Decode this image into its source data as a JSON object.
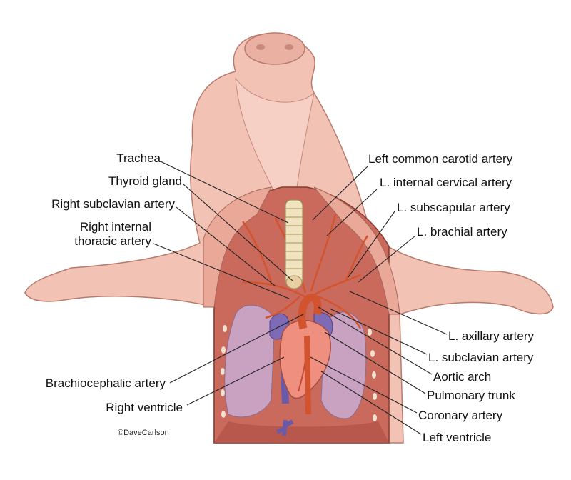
{
  "labels": {
    "trachea": "Trachea",
    "thyroid_gland": "Thyroid gland",
    "right_subclavian_artery": "Right subclavian artery",
    "right_internal_thoracic_line1": "Right internal",
    "right_internal_thoracic_line2": "thoracic artery",
    "brachiocephalic_artery": "Brachiocephalic artery",
    "right_ventricle": "Right ventricle",
    "left_common_carotid_artery": "Left common carotid artery",
    "l_internal_cervical_artery": "L. internal cervical artery",
    "l_subscapular_artery": "L. subscapular artery",
    "l_brachial_artery": "L. brachial artery",
    "l_axillary_artery": "L. axillary artery",
    "l_subclavian_artery": "L. subclavian artery",
    "aortic_arch": "Aortic arch",
    "pulmonary_trunk": "Pulmonary trunk",
    "coronary_artery": "Coronary artery",
    "left_ventricle": "Left ventricle"
  },
  "credit": "©DaveCarlson",
  "colors": {
    "skin": "#f2c2b4",
    "skin_shadow": "#d9978a",
    "muscle": "#c96a5d",
    "lung": "#c9a2c2",
    "heart": "#ef8f80",
    "artery": "#d2542f",
    "vein": "#6b5aa8",
    "trachea": "#efe4bf"
  }
}
